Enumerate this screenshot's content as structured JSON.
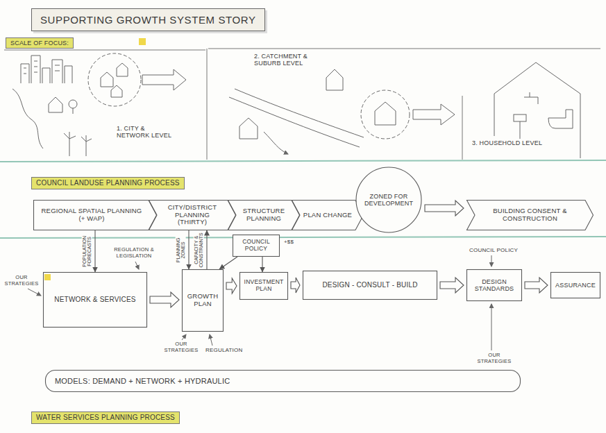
{
  "diagram": {
    "title": "SUPPORTING GROWTH SYSTEM STORY",
    "nodes": [
      {
        "text": [
          "REGIONAL SPATIAL PLANNING (+ WAP)"
        ]
      },
      {
        "text": [
          "CITY/DISTRICT PLANNING (THIRTY)"
        ]
      },
      {
        "text": [
          "STRUCTURE PLANNING"
        ]
      },
      {
        "text": [
          "PLAN CHANGE"
        ]
      },
      {
        "text": [
          "ZONED FOR DEVELOPMENT"
        ]
      },
      {
        "text": [
          "BUILDING CONSENT & CONSTRUCTION"
        ]
      },
      {
        "text": [
          "NETWORK & SERVICES"
        ]
      },
      {
        "text": [
          "COUNCIL POLICY"
        ]
      },
      {
        "text": [
          "GROWTH PLAN"
        ]
      },
      {
        "text": [
          "INVESTMENT PLAN"
        ]
      },
      {
        "text": [
          "DESIGN - CONSULT - BUILD"
        ]
      },
      {
        "text": [
          "DESIGN STANDARDS"
        ]
      },
      {
        "text": [
          "ASSURANCE"
        ]
      },
      {
        "text": [
          "MODELS: DEMAND + NETWORK + HYDRAULIC"
        ]
      }
    ],
    "edges": [
      {
        "from": 4,
        "to": 5,
        "arrow": "to"
      },
      {
        "from": 0,
        "to": 6,
        "arrow": "to",
        "label": "POPULATION FORECASTS"
      },
      {
        "from": 1,
        "to": 8,
        "arrow": "to",
        "label": "PLANNING ZONES"
      },
      {
        "from": 8,
        "to": 1,
        "arrow": "to",
        "label": "CAPACITY & CONSTRAINTS"
      },
      {
        "from": 7,
        "to": 8,
        "arrow": "to"
      },
      {
        "from": 7,
        "to": 9,
        "arrow": "to"
      },
      {
        "from": 6,
        "to": 8,
        "arrow": "to"
      },
      {
        "from": 8,
        "to": 9,
        "arrow": "to"
      },
      {
        "from": 9,
        "to": 10,
        "arrow": "to"
      },
      {
        "from": 10,
        "to": 11,
        "arrow": "to"
      },
      {
        "from": 11,
        "to": 12,
        "arrow": "to"
      }
    ],
    "labels": [
      "SCALE OF FOCUS:",
      "1. CITY & NETWORK LEVEL",
      "2. CATCHMENT & SUBURB LEVEL",
      "3. HOUSEHOLD LEVEL",
      "COUNCIL LANDUSE PLANNING PROCESS",
      "OUR STRATEGIES",
      "REGULATION & LEGISLATION",
      "+$$",
      "OUR STRATEGIES",
      "REGULATION",
      "COUNCIL POLICY",
      "OUR STRATEGIES",
      "WATER SERVICES PLANNING PROCESS"
    ]
  }
}
